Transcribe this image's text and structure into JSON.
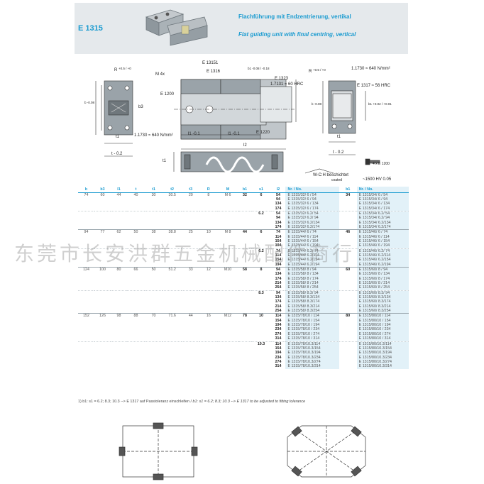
{
  "header": {
    "code": "E 1315",
    "title_de": "Flachführung mit Endzentrierung, vertikal",
    "title_en": "Flat guiding unit with final centring, vertical"
  },
  "drawing_labels": {
    "r_left": "R",
    "r_left_tol": "+0.5 / +0",
    "m4x": "M 4x",
    "e13151": "E 13151",
    "e1316": "E 1316",
    "b1_tol": "b1 -0.08 / -0.18",
    "e1323": "E 1323",
    "hrc60": "1.7131 ≈ 60 HRC",
    "e1200": "E 1200",
    "b_dim": "b -0.08",
    "b3": "b3",
    "n1730_left": "1.1730 ≈ 640 N/mm²",
    "t1": "t1",
    "t_tol": "t - 0.2",
    "l1_left": "l1 -0.1",
    "l1_right": "l1 -0.1",
    "l2": "l2",
    "e1220": "E 1220",
    "r_right": "R",
    "r_right_tol": "+0.5 / +0",
    "n1730_right": "1.1730 ≈ 640 N/mm²",
    "e1317": "E 1317 ≈ 56 HRC",
    "b_right": "b -0.08",
    "b1_right": "b1 +0.02 / +0.01",
    "t1_right": "t1",
    "t_right": "t - 0.2",
    "t1_bottom": "t1",
    "wc_line1": "W-C:H  beschichtet",
    "wc_line2": "coated",
    "e1200_qty": "4 x E 1200",
    "hv": "~1500 HV 0.05"
  },
  "table": {
    "columns": [
      "b",
      "b3",
      "l1",
      "t",
      "t1",
      "t2",
      "t3",
      "R",
      "M",
      "b1",
      "s1",
      "l2",
      "Nr. / No.",
      "b1",
      "Nr. / No."
    ],
    "groups": [
      {
        "b": "74",
        "b3": "60",
        "l1": "44",
        "t": "40",
        "t1": "30",
        "t2": "30.5",
        "t3": "20",
        "R": "8",
        "M": "M 6",
        "b1": "32",
        "b1b": "34",
        "subs": [
          {
            "s1": "6",
            "rows": [
              {
                "l2": "54",
                "nr": "E 1315/32/  6  /  54",
                "nr2": "E 1315/34/  6  /  54"
              },
              {
                "l2": "94",
                "nr": "E 1315/32/  6  /  94",
                "nr2": "E 1315/34/  6  /  94"
              },
              {
                "l2": "134",
                "nr": "E 1315/32/  6  / 134",
                "nr2": "E 1315/34/  6  / 134"
              },
              {
                "l2": "174",
                "nr": "E 1315/32/  6  / 174",
                "nr2": "E 1315/34/  6  / 174"
              }
            ]
          },
          {
            "s1": "6.2",
            "rows": [
              {
                "l2": "54",
                "nr": "E 1315/32/ 6.2/  54",
                "nr2": "E 1315/34/ 6.2/  54"
              },
              {
                "l2": "94",
                "nr": "E 1315/32/ 6.2/  94",
                "nr2": "E 1315/34/ 6.2/  94"
              },
              {
                "l2": "134",
                "nr": "E 1315/32/ 6.2/134",
                "nr2": "E 1315/34/ 6.2/134"
              },
              {
                "l2": "174",
                "nr": "E 1315/32/ 6.2/174",
                "nr2": "E 1315/34/ 6.2/174"
              }
            ]
          }
        ]
      },
      {
        "b": "94",
        "b3": "77",
        "l1": "62",
        "t": "50",
        "t1": "38",
        "t2": "38.8",
        "t3": "25",
        "R": "10",
        "M": "M 8",
        "b1": "44",
        "b1b": "46",
        "subs": [
          {
            "s1": "6",
            "rows": [
              {
                "l2": "74",
                "nr": "E 1315/44/  6  /  74",
                "nr2": "E 1315/46/  6  /  74"
              },
              {
                "l2": "114",
                "nr": "E 1315/44/  6  / 114",
                "nr2": "E 1315/46/  6  / 114"
              },
              {
                "l2": "154",
                "nr": "E 1315/44/  6  / 154",
                "nr2": "E 1315/46/  6  / 154"
              },
              {
                "l2": "194",
                "nr": "E 1315/44/  6  / 194",
                "nr2": "E 1315/46/  6  / 194"
              }
            ]
          },
          {
            "s1": "6.2",
            "rows": [
              {
                "l2": "74",
                "nr": "E 1315/44/ 6.2/  74",
                "nr2": "E 1315/46/ 6.2/  74"
              },
              {
                "l2": "114",
                "nr": "E 1315/44/ 6.2/114",
                "nr2": "E 1315/46/ 6.2/114"
              },
              {
                "l2": "154",
                "nr": "E 1315/44/ 6.2/154",
                "nr2": "E 1315/46/ 6.2/154"
              },
              {
                "l2": "194",
                "nr": "E 1315/44/ 6.2/194",
                "nr2": "E 1315/46/ 6.2/194"
              }
            ]
          }
        ]
      },
      {
        "b": "124",
        "b3": "100",
        "l1": "80",
        "t": "66",
        "t1": "50",
        "t2": "51.2",
        "t3": "33",
        "R": "12",
        "M": "M10",
        "b1": "58",
        "b1b": "60",
        "subs": [
          {
            "s1": "8",
            "rows": [
              {
                "l2": "94",
                "nr": "E 1315/58/  8  /  94",
                "nr2": "E 1315/60/  8  /  94"
              },
              {
                "l2": "134",
                "nr": "E 1315/58/  8  / 134",
                "nr2": "E 1315/60/  8  / 134"
              },
              {
                "l2": "174",
                "nr": "E 1315/58/  8  / 174",
                "nr2": "E 1315/60/  8  / 174"
              },
              {
                "l2": "214",
                "nr": "E 1315/58/  8  / 214",
                "nr2": "E 1315/60/  8  / 214"
              },
              {
                "l2": "254",
                "nr": "E 1315/58/  8  / 254",
                "nr2": "E 1315/60/  8  / 254"
              }
            ]
          },
          {
            "s1": "8.3",
            "rows": [
              {
                "l2": "94",
                "nr": "E 1315/58/ 8.3/  94",
                "nr2": "E 1315/60/ 8.3/  94"
              },
              {
                "l2": "134",
                "nr": "E 1315/58/ 8.3/134",
                "nr2": "E 1315/60/ 8.3/134"
              },
              {
                "l2": "174",
                "nr": "E 1315/58/ 8.3/174",
                "nr2": "E 1315/60/ 8.3/174"
              },
              {
                "l2": "214",
                "nr": "E 1315/58/ 8.3/214",
                "nr2": "E 1315/60/ 8.3/214"
              },
              {
                "l2": "254",
                "nr": "E 1315/58/ 8.3/254",
                "nr2": "E 1315/60/ 8.3/254"
              }
            ]
          }
        ]
      },
      {
        "b": "152",
        "b3": "126",
        "l1": "98",
        "t": "88",
        "t1": "70",
        "t2": "71.6",
        "t3": "44",
        "R": "16",
        "M": "M12",
        "b1": "78",
        "b1b": "80",
        "subs": [
          {
            "s1": "10",
            "rows": [
              {
                "l2": "114",
                "nr": "E 1315/78/10  / 114",
                "nr2": "E 1315/80/10  / 114"
              },
              {
                "l2": "154",
                "nr": "E 1315/78/10  / 154",
                "nr2": "E 1315/80/10  / 154"
              },
              {
                "l2": "194",
                "nr": "E 1315/78/10  / 194",
                "nr2": "E 1315/80/10  / 194"
              },
              {
                "l2": "234",
                "nr": "E 1315/78/10  / 234",
                "nr2": "E 1315/80/10  / 234"
              },
              {
                "l2": "274",
                "nr": "E 1315/78/10  / 274",
                "nr2": "E 1315/80/10  / 274"
              },
              {
                "l2": "314",
                "nr": "E 1315/78/10  / 314",
                "nr2": "E 1315/80/10  / 314"
              }
            ]
          },
          {
            "s1": "10.3",
            "rows": [
              {
                "l2": "114",
                "nr": "E 1315/78/10.3/114",
                "nr2": "E 1315/80/10.3/114"
              },
              {
                "l2": "154",
                "nr": "E 1315/78/10.3/154",
                "nr2": "E 1315/80/10.3/154"
              },
              {
                "l2": "194",
                "nr": "E 1315/78/10.3/194",
                "nr2": "E 1315/80/10.3/194"
              },
              {
                "l2": "234",
                "nr": "E 1315/78/10.3/234",
                "nr2": "E 1315/80/10.3/234"
              },
              {
                "l2": "274",
                "nr": "E 1315/78/10.3/274",
                "nr2": "E 1315/80/10.3/274"
              },
              {
                "l2": "314",
                "nr": "E 1315/78/10.3/314",
                "nr2": "E 1315/80/10.3/314"
              }
            ]
          }
        ]
      }
    ]
  },
  "footnote": {
    "de": "1) b1: s1 = 6.2; 8.3; 10.3 --> E 1317 auf Passtoleranz einschleifen / ",
    "en": "b1: s1 = 6.2; 8.3; 10.3 --> E 1317 to be adjusted to fitting tolerance"
  },
  "watermark": "东莞市长安洪群五金机械配件商行",
  "colors": {
    "accent": "#1a9bd0",
    "header_bg": "#e5e9ec",
    "nr_bg": "#e2f1f8",
    "steel": "#9aa3a9"
  }
}
